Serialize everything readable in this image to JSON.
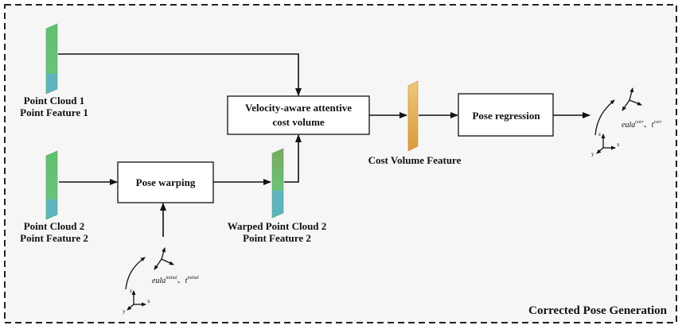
{
  "frame": {
    "title": "Corrected Pose Generation"
  },
  "inputs": {
    "pc1_line1": "Point Cloud 1",
    "pc1_line2": "Point Feature 1",
    "pc2_line1": "Point Cloud 2",
    "pc2_line2": "Point Feature 2",
    "warped_line1": "Warped Point Cloud 2",
    "warped_line2": "Point Feature 2",
    "cost_feature": "Cost Volume Feature"
  },
  "boxes": {
    "pose_warping": "Pose warping",
    "cost_volume_line1": "Velocity-aware attentive",
    "cost_volume_line2": "cost volume",
    "pose_regression": "Pose regression"
  },
  "pose_initial": {
    "eula": "eula",
    "eula_sup": "initial",
    "sep": "、",
    "t": "t",
    "t_sup": "initial"
  },
  "pose_corr": {
    "eula": "eula",
    "eula_sup": "corr",
    "sep": "、",
    "t": "t",
    "t_sup": "corr"
  },
  "axes": {
    "x": "x",
    "y": "y",
    "z": "z"
  },
  "colors": {
    "green": "#6cc27a",
    "teal": "#5fb3bf",
    "orange": "#e8b45a",
    "frame_bg": "#f6f6f6"
  }
}
